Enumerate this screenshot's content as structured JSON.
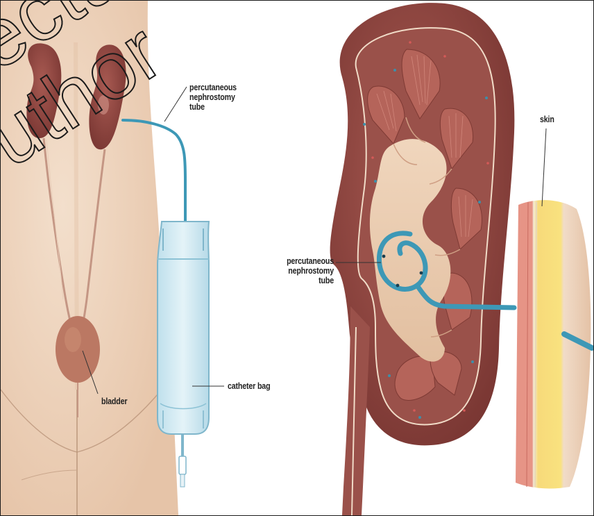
{
  "labels": {
    "tube_left": [
      "percutaneous",
      "nephrostomy",
      "tube"
    ],
    "tube_right": [
      "percutaneous",
      "nephrostomy",
      "tube"
    ],
    "bladder": "bladder",
    "catheter_bag": "catheter bag",
    "skin": "skin"
  },
  "watermark": {
    "line1": "ectu",
    "line2": "uthor"
  },
  "colors": {
    "body_skin": "#efd7c1",
    "kidney": "#8e4a44",
    "tube": "#3d98b6",
    "bag": "#cfe8f1"
  }
}
